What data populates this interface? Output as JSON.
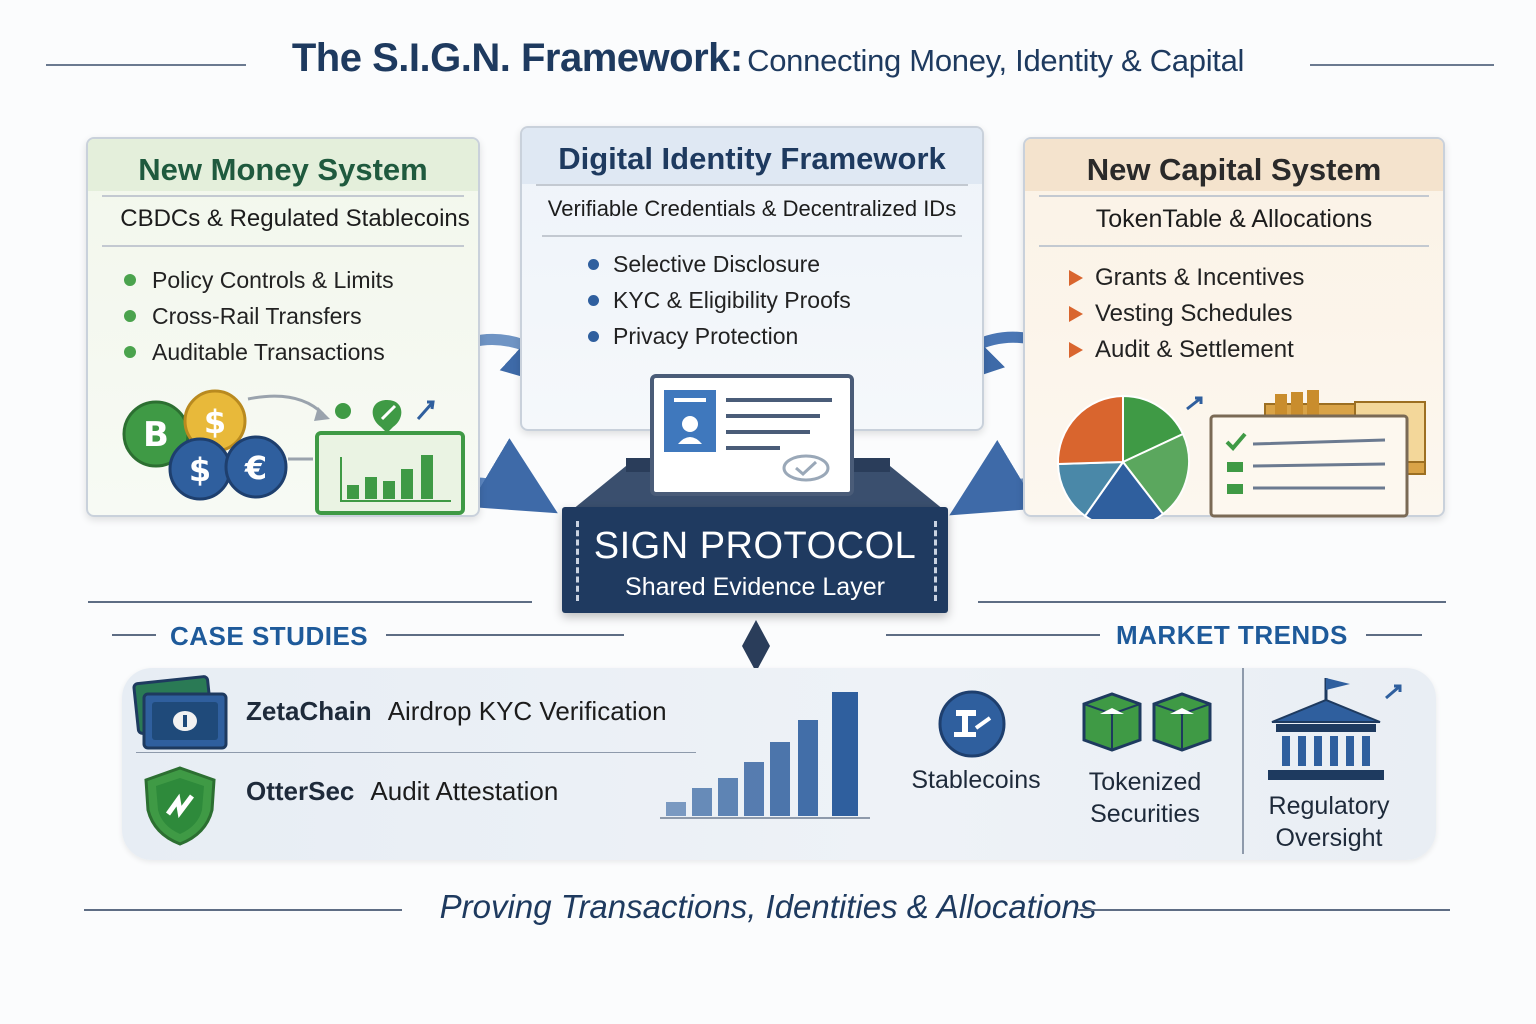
{
  "title": {
    "main": "The S.I.G.N. Framework:",
    "sub": "Connecting Money, Identity & Capital"
  },
  "money": {
    "heading": "New Money System",
    "subheading": "CBDCs & Regulated Stablecoins",
    "bullets": [
      "Policy Controls & Limits",
      "Cross-Rail Transfers",
      "Auditable Transactions"
    ],
    "coin_symbols": [
      "B",
      "$",
      "$",
      "€"
    ]
  },
  "identity": {
    "heading": "Digital Identity Framework",
    "subheading": "Verifiable Credentials & Decentralized IDs",
    "bullets": [
      "Selective Disclosure",
      "KYC & Eligibility Proofs",
      "Privacy Protection"
    ]
  },
  "capital": {
    "heading": "New Capital System",
    "subheading": "TokenTable & Allocations",
    "bullets": [
      "Grants & Incentives",
      "Vesting Schedules",
      "Audit & Settlement"
    ]
  },
  "sign_protocol": {
    "title": "SIGN PROTOCOL",
    "subtitle": "Shared Evidence Layer"
  },
  "case_studies": {
    "label": "CASE STUDIES",
    "items": [
      {
        "name": "ZetaChain",
        "desc": "Airdrop KYC Verification"
      },
      {
        "name": "OtterSec",
        "desc": "Audit Attestation"
      }
    ]
  },
  "market_trends": {
    "label": "MARKET TRENDS",
    "items": [
      "Stablecoins",
      "Tokenized Securities",
      "Regulatory Oversight"
    ]
  },
  "footer": "Proving Transactions, Identities & Allocations",
  "colors": {
    "navy": "#1f3a60",
    "green": "#3c9a4a",
    "blue": "#2f5f9e",
    "orange": "#d9652e",
    "gold": "#e8b93a"
  }
}
